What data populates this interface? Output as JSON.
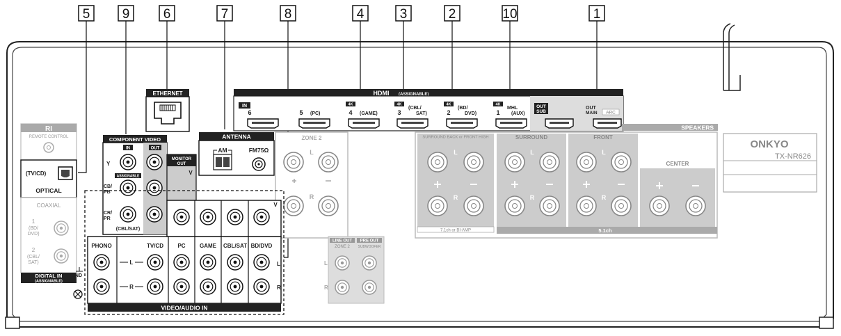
{
  "callouts": [
    "5",
    "9",
    "6",
    "7",
    "8",
    "4",
    "3",
    "2",
    "10",
    "1"
  ],
  "hdmi": {
    "title": "HDMI",
    "title_sub": "(ASSIGNABLE)",
    "in_badge": "IN",
    "k4": "4K",
    "ports": [
      {
        "num": "6",
        "name": ""
      },
      {
        "num": "5",
        "name": "(PC)"
      },
      {
        "num": "4",
        "name": "(GAME)"
      },
      {
        "num": "3",
        "name": "(CBL/"
      },
      {
        "num": "2",
        "name": "(BD/"
      },
      {
        "num": "1",
        "name": "MHL"
      }
    ],
    "name2_3": "SAT)",
    "name2_2": "DVD)",
    "aux": "(AUX)",
    "out_sub": [
      "OUT",
      "SUB"
    ],
    "out_main": [
      "OUT",
      "MAIN"
    ],
    "arc": "ARC"
  },
  "ri": {
    "title": "RI",
    "sub": "REMOTE CONTROL"
  },
  "optical": {
    "tv": "(TV/CD)",
    "label": "OPTICAL"
  },
  "coaxial": {
    "label": "COAXIAL",
    "c1": [
      "1",
      "(BD/",
      "DVD)"
    ],
    "c2": [
      "2",
      "(CBL/",
      "SAT)"
    ]
  },
  "digital_in": {
    "label": "DIGITAL IN",
    "sub": "(ASSIGNABLE)"
  },
  "ethernet": {
    "label": "ETHERNET"
  },
  "component": {
    "label": "COMPONENT VIDEO",
    "in": "IN",
    "out": "OUT",
    "assignable": "ASSIGNABLE",
    "y": "Y",
    "pb": [
      "CB/",
      "PB"
    ],
    "pr": [
      "CR/",
      "PR"
    ],
    "cbl": "(CBL/SAT)"
  },
  "monitor": {
    "label": [
      "MONITOR",
      "OUT"
    ],
    "v": "V"
  },
  "antenna": {
    "label": "ANTENNA",
    "am": "AM",
    "fm": "FM75Ω"
  },
  "av_in": {
    "cols": [
      "PHONO",
      "TV/CD",
      "PC",
      "GAME",
      "CBL/SAT",
      "BD/DVD"
    ],
    "l": "L",
    "r": "R",
    "v": "V",
    "gnd": "GND",
    "label": "VIDEO/AUDIO IN"
  },
  "zone2": {
    "label": "ZONE 2",
    "l": "L",
    "r": "R"
  },
  "line_out": {
    "label": "LINE OUT",
    "zone": "ZONE 2",
    "l": "L",
    "r": "R"
  },
  "pre_out": {
    "label": "PRE OUT",
    "sub": "SUBWOOFER"
  },
  "speakers": {
    "label": "SPEAKERS",
    "sb": "SURROUND BACK or FRONT HIGH",
    "surround": "SURROUND",
    "front": "FRONT",
    "center": "CENTER",
    "ch71": "7.1ch or BI-AMP",
    "ch51": "5.1ch",
    "l": "L",
    "r": "R"
  },
  "brand": {
    "name": "ONKYO",
    "model": "TX-NR626"
  }
}
